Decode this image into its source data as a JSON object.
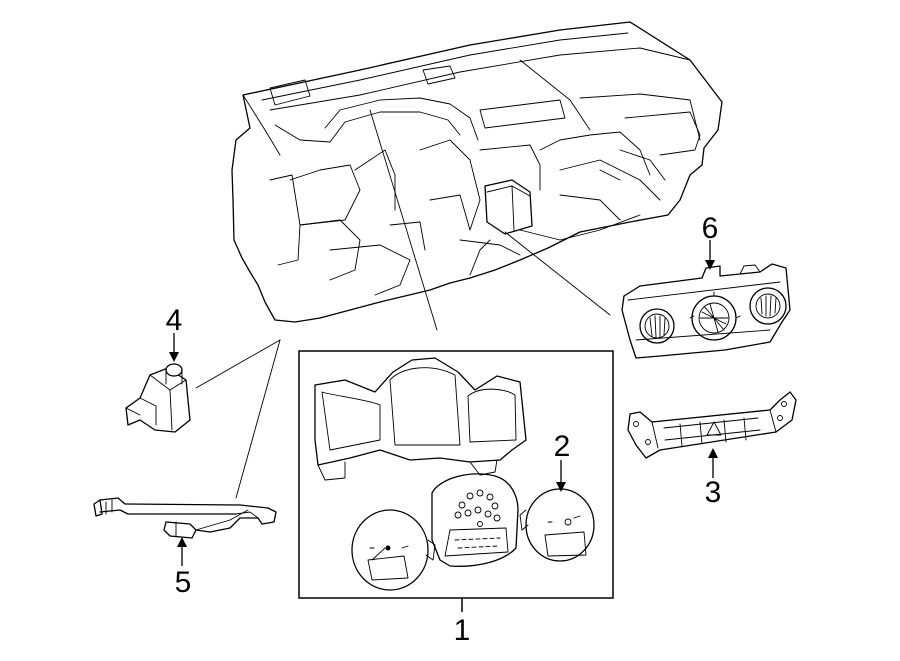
{
  "callouts": {
    "c1": "1",
    "c2": "2",
    "c3": "3",
    "c4": "4",
    "c5": "5",
    "c6": "6"
  },
  "icons": {
    "hazard": "hazard-triangle-icon"
  }
}
